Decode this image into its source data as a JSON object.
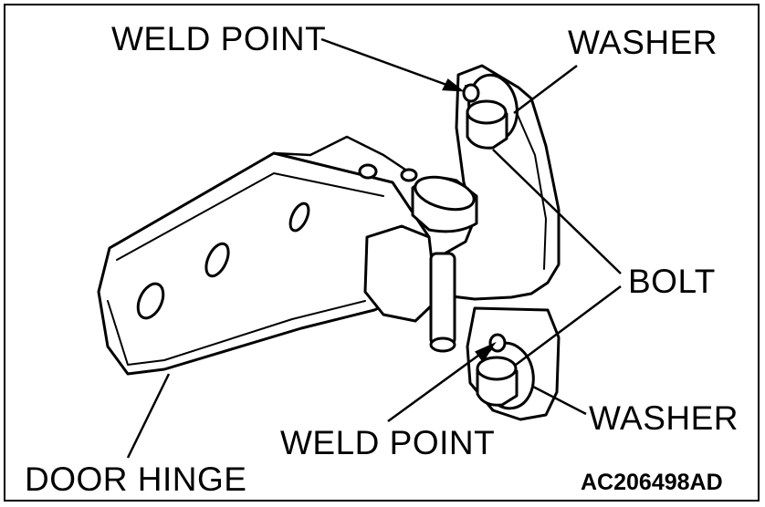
{
  "labels": {
    "weld_point_top": "WELD POINT",
    "washer_top": "WASHER",
    "bolt": "BOLT",
    "washer_bottom": "WASHER",
    "weld_point_bottom": "WELD POINT",
    "door_hinge": "DOOR HINGE"
  },
  "figure_code": "AC206498AD",
  "colors": {
    "ink": "#000000",
    "paper": "#ffffff",
    "shade": "#cfcfcf"
  }
}
